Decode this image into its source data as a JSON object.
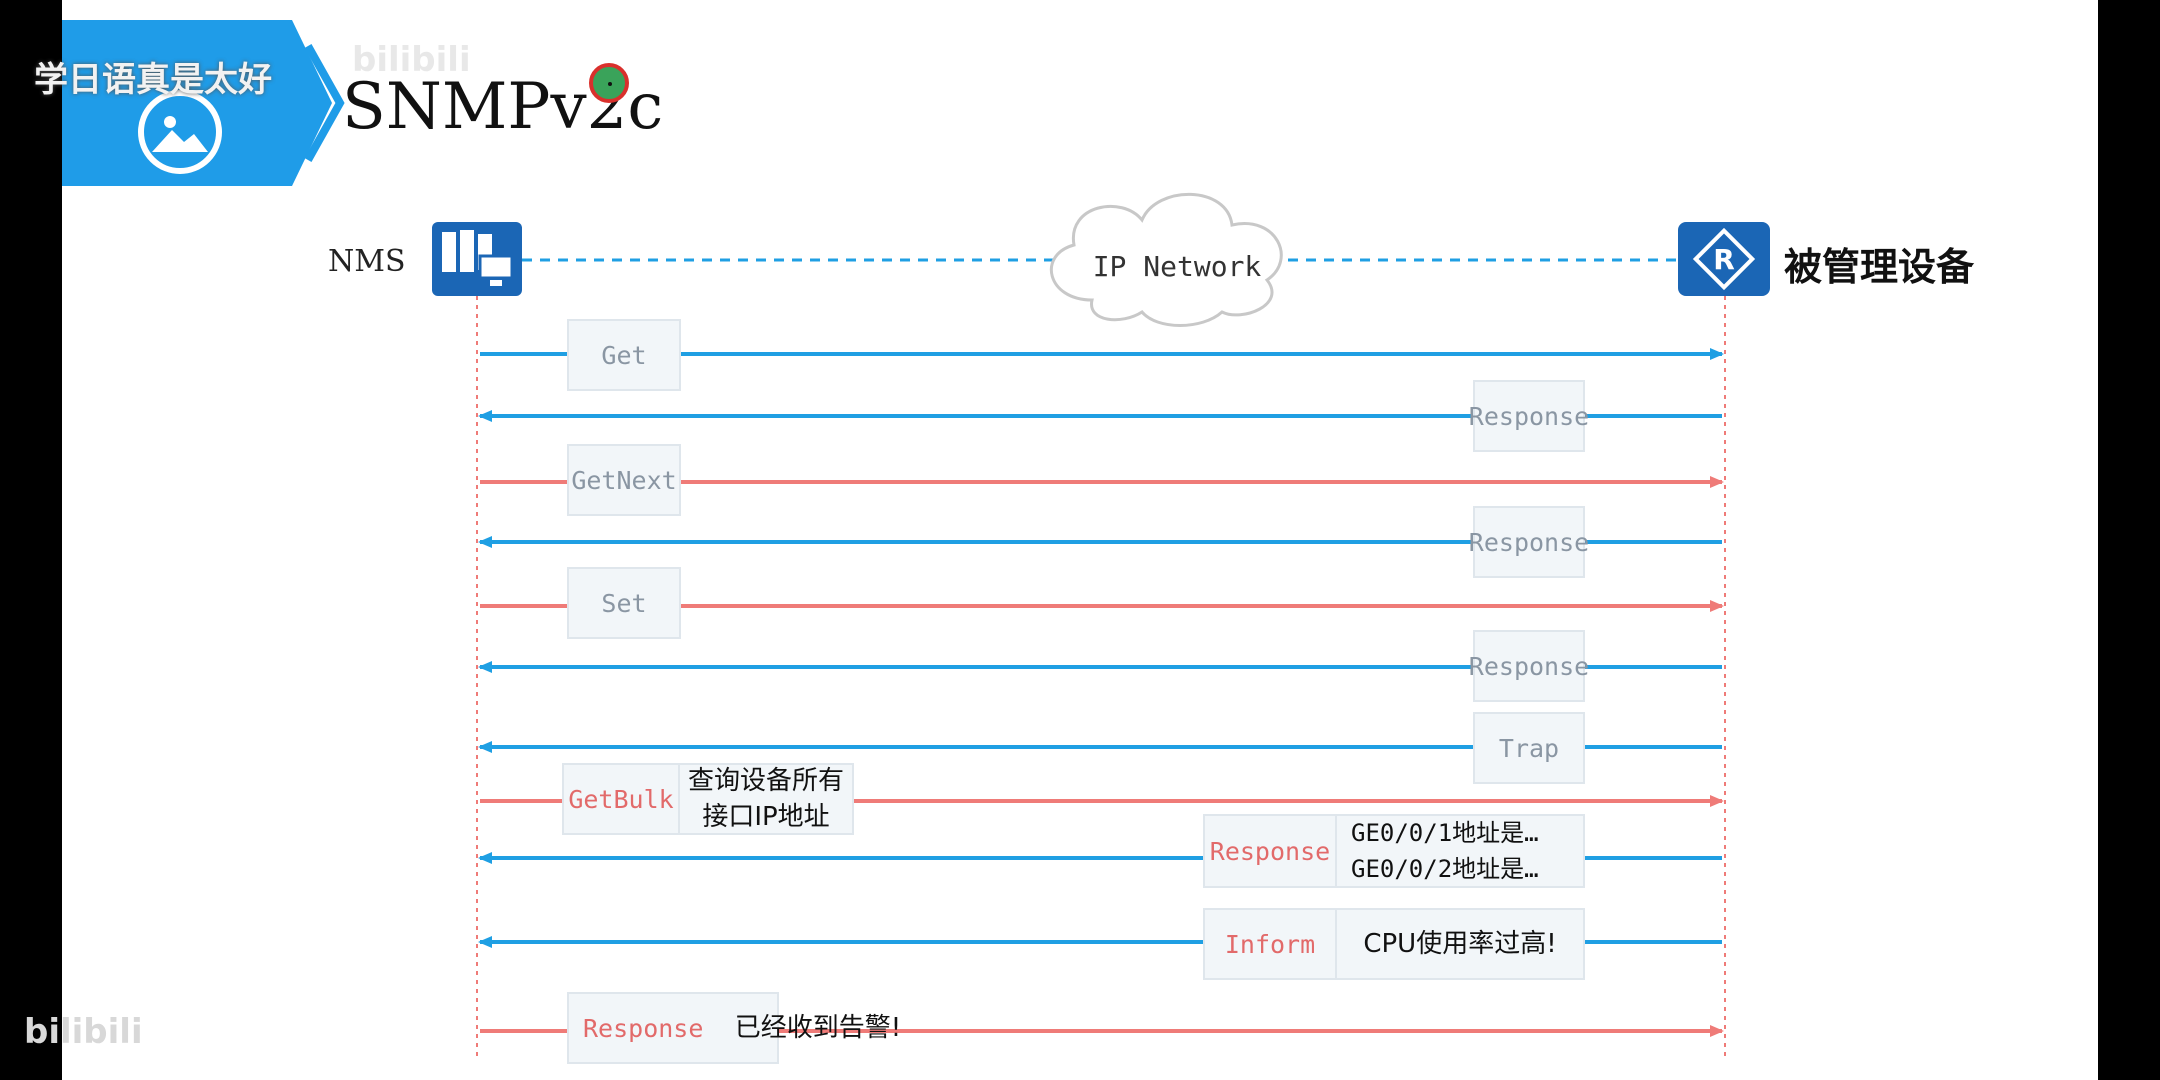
{
  "overlay": {
    "channel_title": "学日语真是太好",
    "watermark": "bilibili"
  },
  "slide": {
    "title": "SNMPv2c"
  },
  "diagram": {
    "nms_label": "NMS",
    "network_label": "IP Network",
    "device_label": "被管理设备",
    "device_icon_glyph": "R",
    "colors": {
      "blue": "#1f9fe3",
      "red": "#ef7b78",
      "icon": "#1b66b5"
    },
    "messages": [
      {
        "label": "Get",
        "direction": "to-device",
        "color": "blue"
      },
      {
        "label": "Response",
        "direction": "to-nms",
        "color": "blue"
      },
      {
        "label": "GetNext",
        "direction": "to-device",
        "color": "red"
      },
      {
        "label": "Response",
        "direction": "to-nms",
        "color": "blue"
      },
      {
        "label": "Set",
        "direction": "to-device",
        "color": "red"
      },
      {
        "label": "Response",
        "direction": "to-nms",
        "color": "blue"
      },
      {
        "label": "Trap",
        "direction": "to-nms",
        "color": "blue"
      },
      {
        "label": "GetBulk",
        "direction": "to-device",
        "color": "red",
        "note": [
          "查询设备所有",
          "接口IP地址"
        ]
      },
      {
        "label": "Response",
        "direction": "to-nms",
        "color": "blue",
        "note": [
          "GE0/0/1地址是…",
          "GE0/0/2地址是…"
        ]
      },
      {
        "label": "Inform",
        "direction": "to-nms",
        "color": "blue",
        "note": [
          "CPU使用率过高!"
        ]
      },
      {
        "label": "Response",
        "direction": "to-device",
        "color": "red",
        "note": [
          "已经收到告警!"
        ]
      }
    ]
  }
}
